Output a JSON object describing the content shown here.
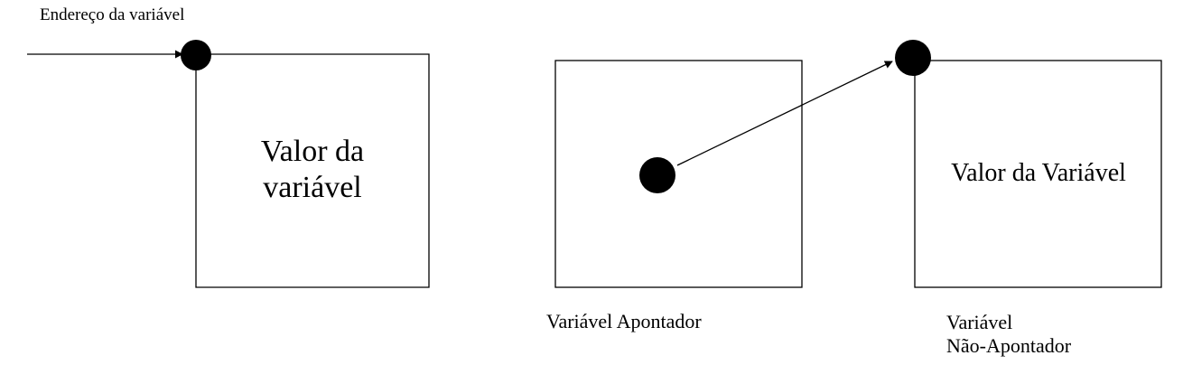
{
  "diagram": {
    "left": {
      "address_label": "Endereço da variável",
      "value_line1": "Valor da",
      "value_line2": "variável"
    },
    "pointer": {
      "caption": "Variável Apontador"
    },
    "target": {
      "value_text": "Valor da Variável",
      "caption_line1": "Variável",
      "caption_line2": "Não-Apontador"
    }
  }
}
